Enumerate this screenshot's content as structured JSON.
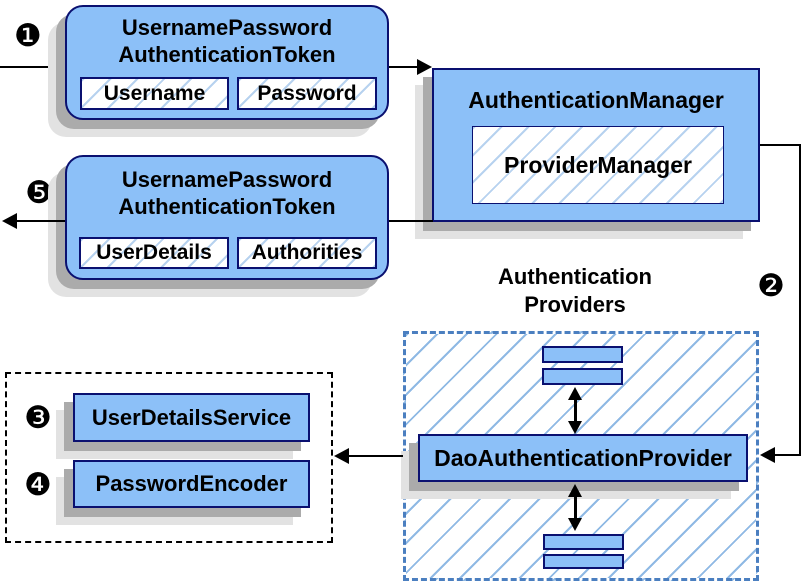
{
  "badges": {
    "step1": "❶",
    "step2": "❷",
    "step3": "❸",
    "step4": "❹",
    "step5": "❺"
  },
  "request_token": {
    "title1": "UsernamePassword",
    "title2": "AuthenticationToken",
    "field1": "Username",
    "field2": "Password"
  },
  "authentication_manager": {
    "title": "AuthenticationManager",
    "inner": "ProviderManager"
  },
  "response_token": {
    "title1": "UsernamePassword",
    "title2": "AuthenticationToken",
    "field1": "UserDetails",
    "field2": "Authorities"
  },
  "providers": {
    "label1": "Authentication",
    "label2": "Providers",
    "dao": "DaoAuthenticationProvider"
  },
  "services": {
    "user_details_service": "UserDetailsService",
    "password_encoder": "PasswordEncoder"
  },
  "colors": {
    "box_fill": "#8cc0f8",
    "box_border": "#0a1070",
    "hatch_line": "#8fb9e4",
    "dashed_blue_border": "#4b7fc0",
    "dashed_black_border": "#000000",
    "shadow_dark": "#ababab",
    "shadow_light": "#e2e2e2",
    "line": "#000000",
    "text": "#000000"
  }
}
